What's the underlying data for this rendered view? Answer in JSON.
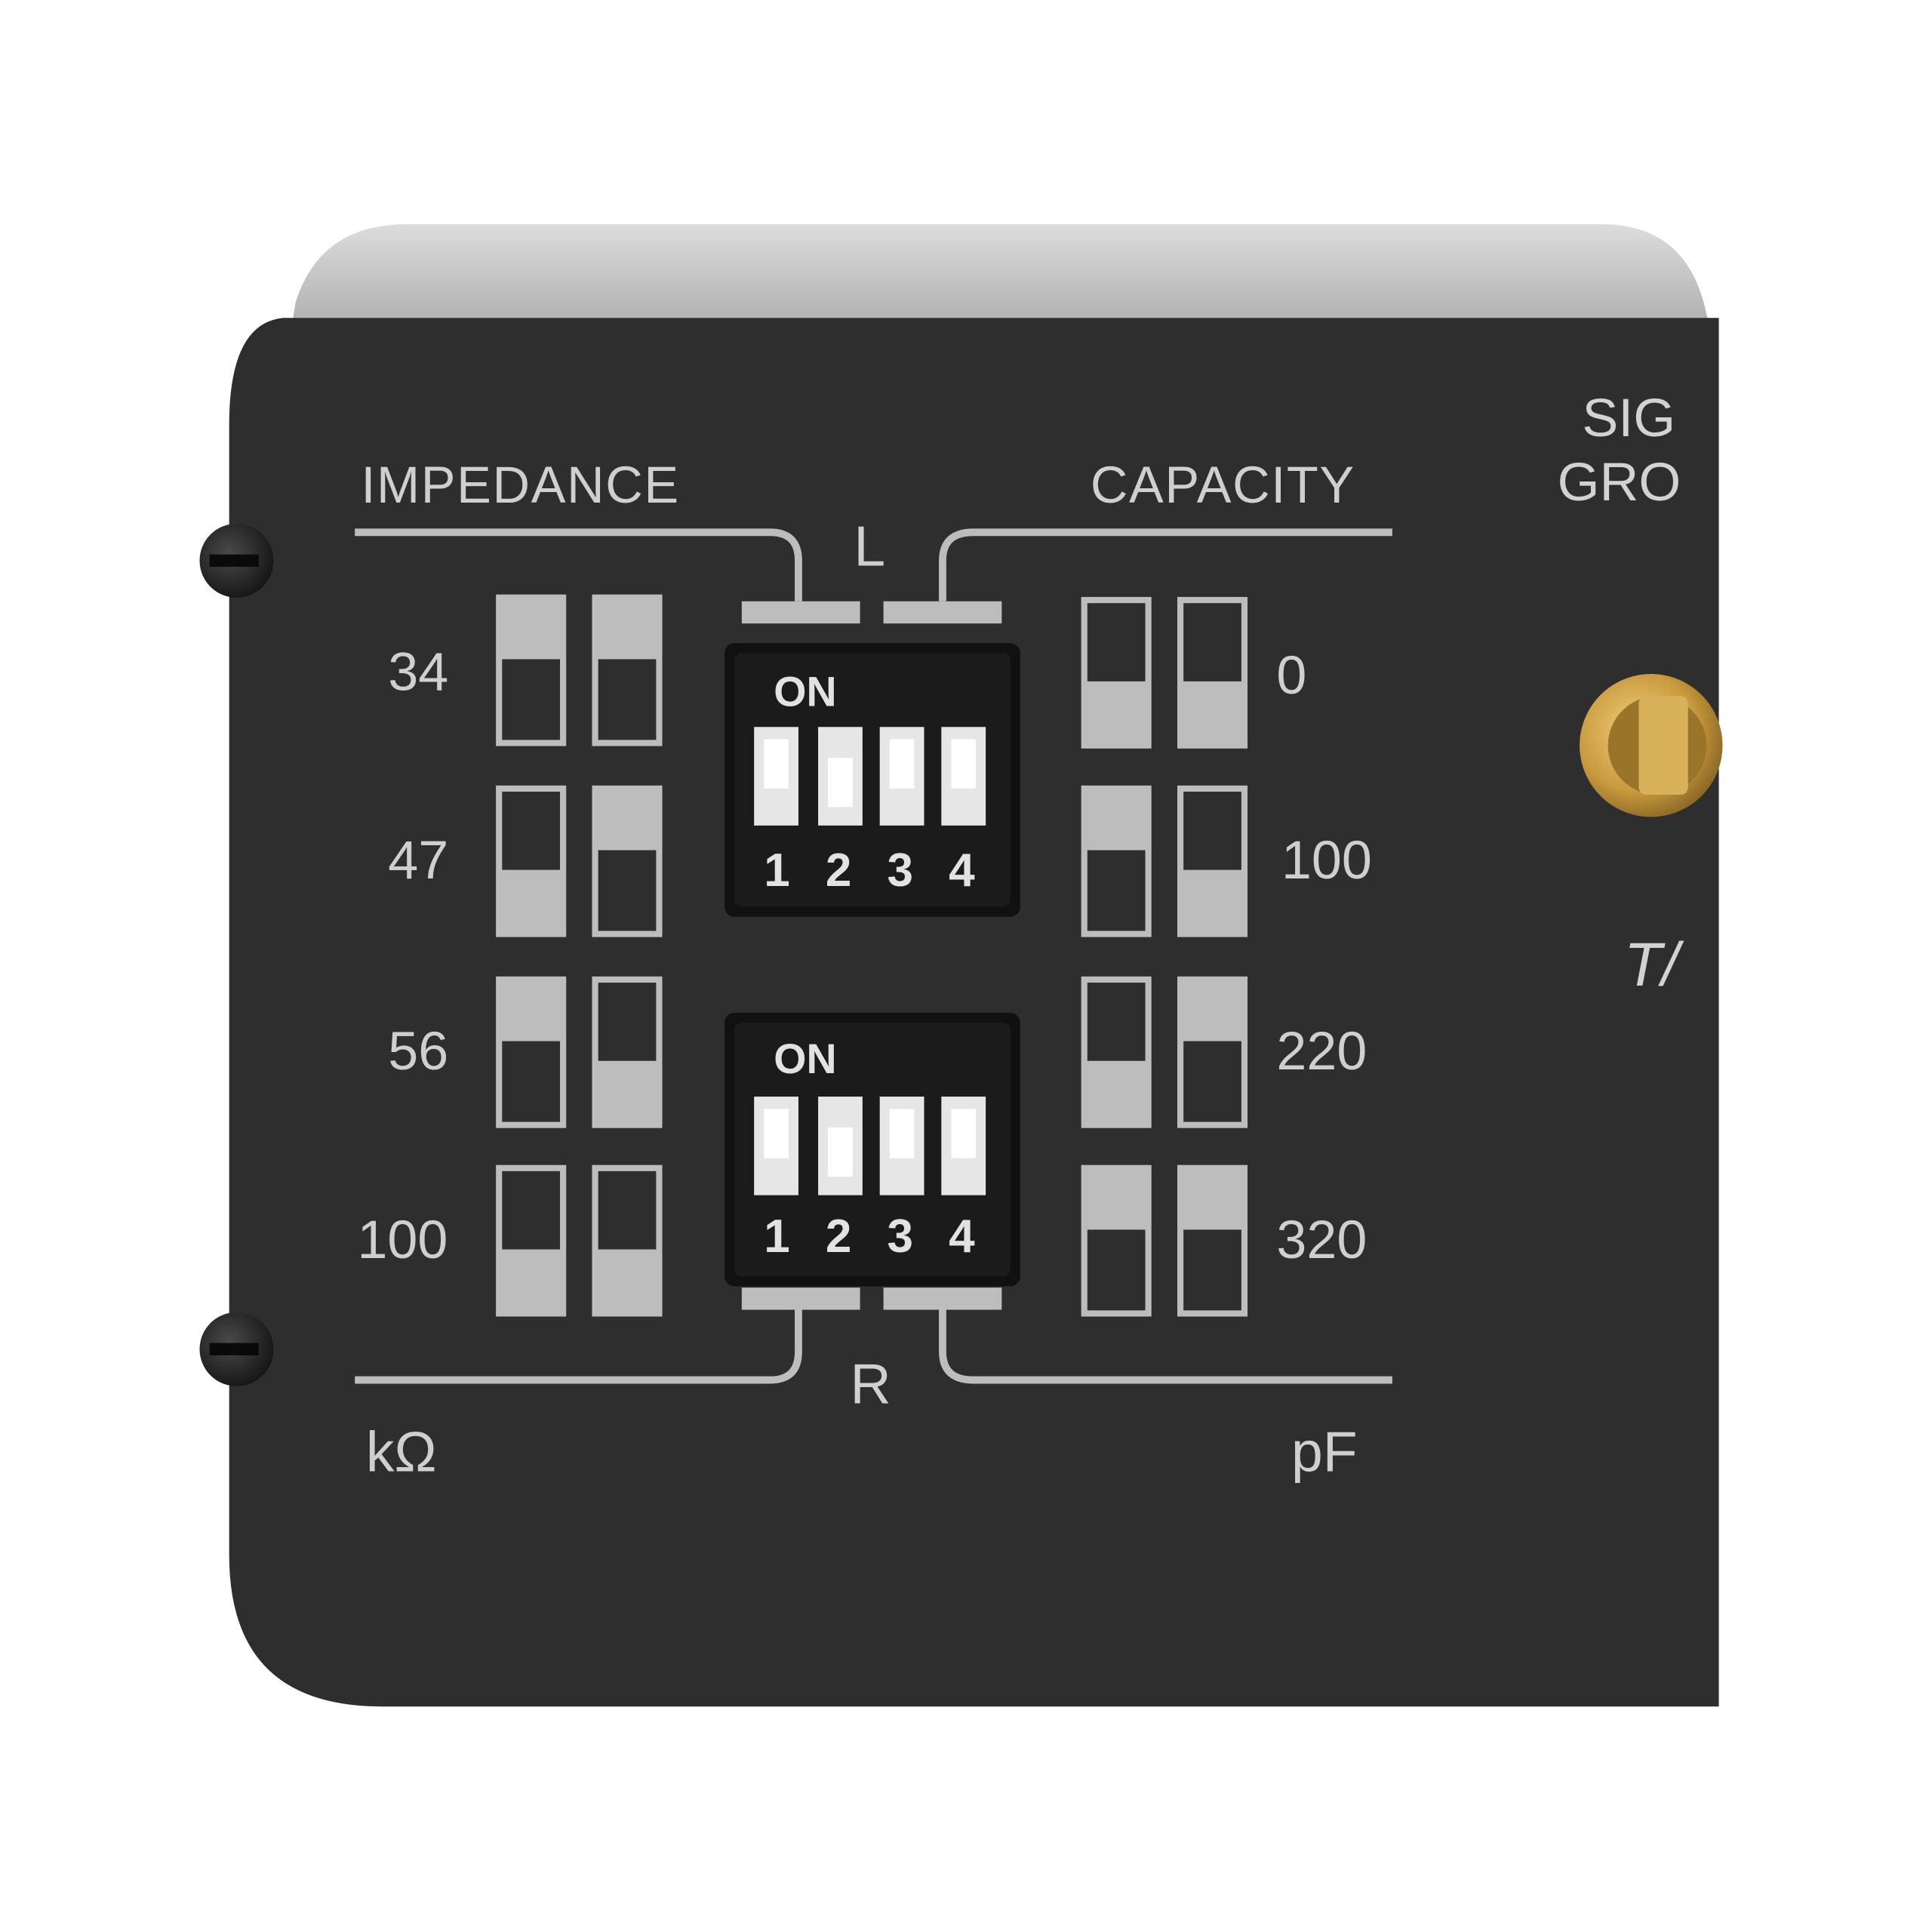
{
  "panel": {
    "impedance_title": "IMPEDANCE",
    "capacity_title": "CAPACITY",
    "left_channel": "L",
    "right_channel": "R",
    "impedance_unit": "kΩ",
    "capacity_unit": "pF",
    "impedance_values": [
      "34",
      "47",
      "56",
      "100"
    ],
    "capacity_values": [
      "0",
      "100",
      "220",
      "320"
    ],
    "signal_ground_line1": "SIG",
    "signal_ground_line2": "GRO",
    "partial_mark": "T/"
  },
  "dip_switches": {
    "on_label": "ON",
    "numbers": [
      "1",
      "2",
      "3",
      "4"
    ]
  },
  "colors": {
    "panel": "#2f2f2f",
    "label": "#cfcfcf",
    "brass": "#c99a3e",
    "silver_top": "#bdbdbd"
  }
}
